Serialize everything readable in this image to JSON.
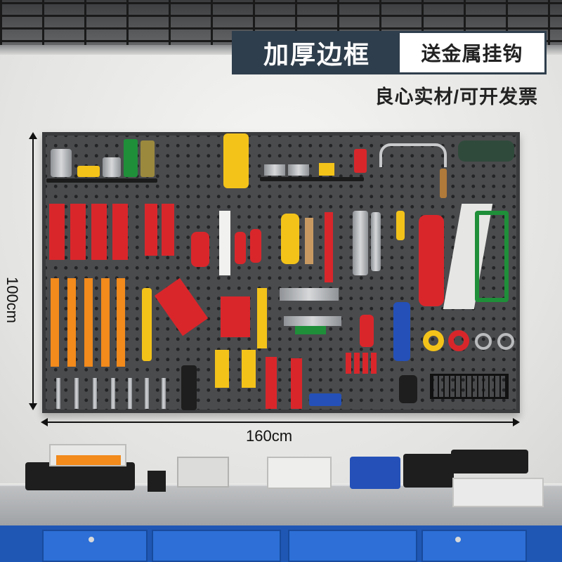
{
  "banner": {
    "main_text": "加厚边框",
    "sub_text": "送金属挂钩"
  },
  "subtitle": "良心实材/可开发票",
  "dimensions": {
    "height_label": "100cm",
    "width_label": "160cm"
  },
  "colors": {
    "banner_dark": "#2f3e4c",
    "pegboard": "#4a4b4d",
    "cabinet_blue": "#2d6fd6",
    "accent_red": "#d9262b",
    "accent_yellow": "#f3c31a"
  }
}
